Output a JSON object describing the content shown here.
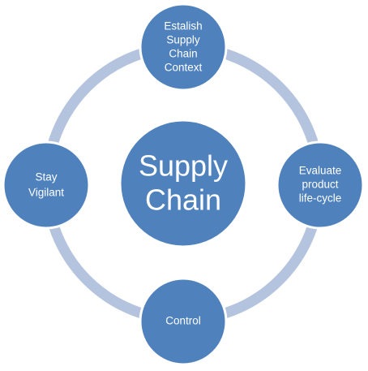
{
  "diagram": {
    "center": {
      "lines": [
        "Supply",
        "Chain"
      ]
    },
    "nodes": [
      {
        "id": "top",
        "lines": [
          "Estalish",
          "Supply",
          "Chain",
          "Context"
        ]
      },
      {
        "id": "right",
        "lines": [
          "Evaluate",
          "product",
          "life-cycle"
        ]
      },
      {
        "id": "bottom",
        "lines": [
          "Control"
        ]
      },
      {
        "id": "left",
        "lines": [
          "Stay",
          "Vigilant"
        ]
      }
    ],
    "colors": {
      "node_fill": "#4f81bd",
      "node_stroke": "#ffffff",
      "ring": "#b4c3de",
      "text": "#ffffff"
    }
  }
}
